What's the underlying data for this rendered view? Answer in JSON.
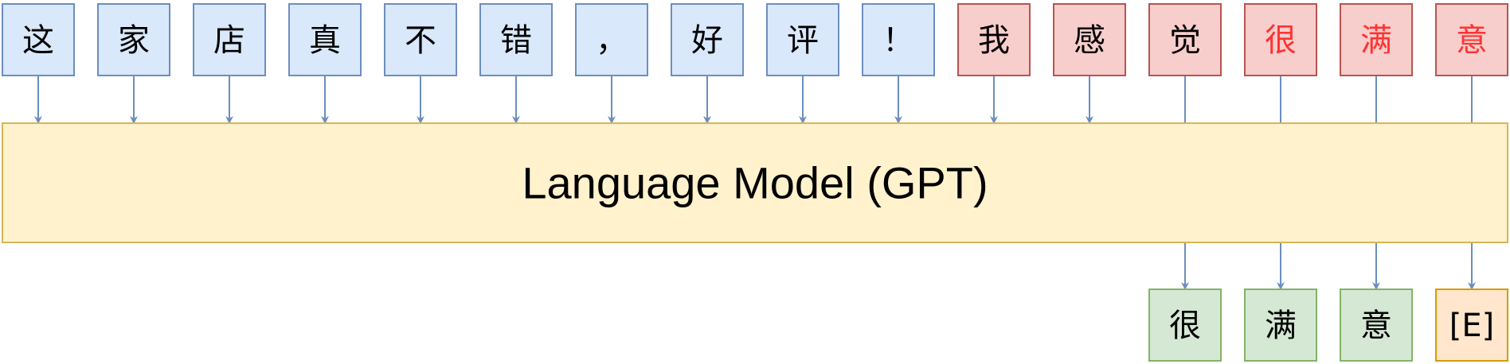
{
  "model": {
    "label": "Language Model (GPT)",
    "fill": "#fff2cc",
    "stroke": "#d6b656"
  },
  "input_tokens": [
    {
      "text": "这",
      "kind": "prompt"
    },
    {
      "text": "家",
      "kind": "prompt"
    },
    {
      "text": "店",
      "kind": "prompt"
    },
    {
      "text": "真",
      "kind": "prompt"
    },
    {
      "text": "不",
      "kind": "prompt"
    },
    {
      "text": "错",
      "kind": "prompt"
    },
    {
      "text": "，",
      "kind": "prompt"
    },
    {
      "text": "好",
      "kind": "prompt"
    },
    {
      "text": "评",
      "kind": "prompt"
    },
    {
      "text": "！",
      "kind": "prompt"
    },
    {
      "text": "我",
      "kind": "template"
    },
    {
      "text": "感",
      "kind": "template"
    },
    {
      "text": "觉",
      "kind": "template"
    },
    {
      "text": "很",
      "kind": "target"
    },
    {
      "text": "满",
      "kind": "target"
    },
    {
      "text": "意",
      "kind": "target"
    }
  ],
  "output_tokens": [
    {
      "text": "很",
      "kind": "output",
      "column": 12
    },
    {
      "text": "满",
      "kind": "output",
      "column": 13
    },
    {
      "text": "意",
      "kind": "output",
      "column": 14
    },
    {
      "text": "[E]",
      "kind": "end",
      "column": 15
    }
  ],
  "styles": {
    "prompt": {
      "fill": "#dae8fc",
      "stroke": "#6c8ebf",
      "text_color": "#000000"
    },
    "template": {
      "fill": "#f8cecc",
      "stroke": "#b85450",
      "text_color": "#000000"
    },
    "target": {
      "fill": "#f8cecc",
      "stroke": "#b85450",
      "text_color": "#ff3333"
    },
    "output": {
      "fill": "#d5e8d4",
      "stroke": "#82b366",
      "text_color": "#000000"
    },
    "end": {
      "fill": "#ffe6cc",
      "stroke": "#d79b00",
      "text_color": "#000000"
    },
    "arrow": "#6c8ebf"
  },
  "arrows_into_model_count": 12
}
